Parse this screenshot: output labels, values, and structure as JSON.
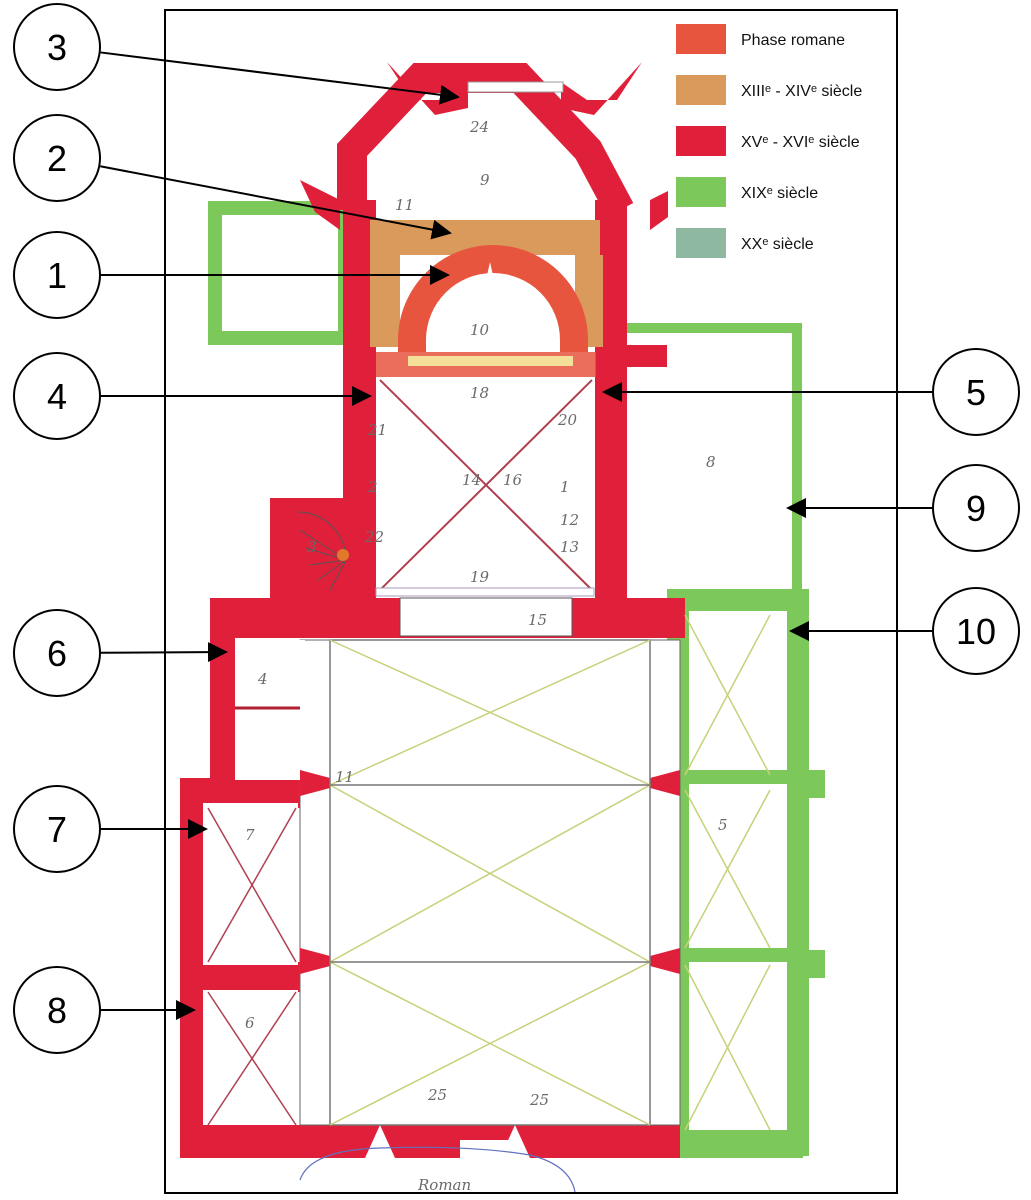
{
  "colors": {
    "romane": "#E8553F",
    "xiii_xiv": "#D99A5C",
    "xv_xvi": "#E0203A",
    "xix": "#7DC85A",
    "xx": "#8FB8A0"
  },
  "legend": [
    {
      "label": "Phase romane",
      "color": "#E8553F"
    },
    {
      "label": "XIIIᵉ - XIVᵉ siècle",
      "color": "#D99A5C"
    },
    {
      "label": "XVᵉ - XVIᵉ siècle",
      "color": "#E0203A"
    },
    {
      "label": "XIXᵉ siècle",
      "color": "#7DC85A"
    },
    {
      "label": "XXᵉ siècle",
      "color": "#8FB8A0"
    }
  ],
  "callouts": [
    "1",
    "2",
    "3",
    "4",
    "5",
    "6",
    "7",
    "8",
    "9",
    "10"
  ],
  "plan_labels": [
    "24",
    "9",
    "11",
    "10",
    "18",
    "21",
    "20",
    "2",
    "14",
    "16",
    "1",
    "12",
    "22",
    "13",
    "3",
    "19",
    "15",
    "4",
    "11",
    "5",
    "7",
    "6",
    "25",
    "25",
    "8"
  ],
  "caption_scrawl": "Roman"
}
